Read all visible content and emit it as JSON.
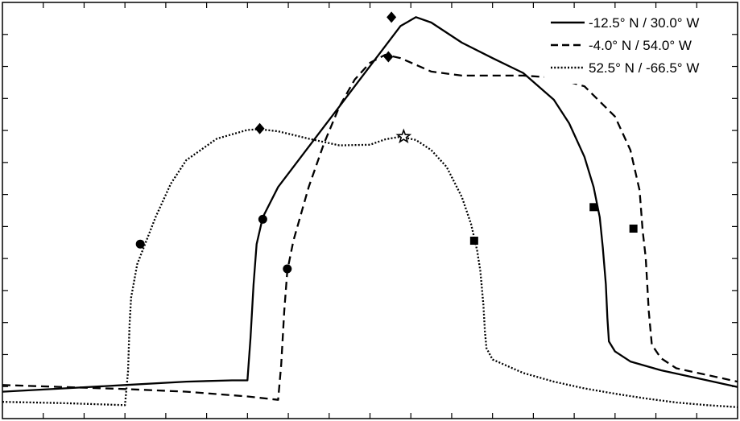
{
  "chart_data": {
    "type": "line",
    "title": "",
    "xlabel": "",
    "ylabel": "",
    "grid": false,
    "legend_position": "top-right",
    "series": [
      {
        "name": "-12.5° N / 30.0° W",
        "style": "solid",
        "color": "#000000",
        "points": [
          [
            0,
            58
          ],
          [
            2,
            57.5
          ],
          [
            4,
            57
          ],
          [
            6,
            56.5
          ],
          [
            7.5,
            56.3
          ],
          [
            8.0,
            56.3
          ],
          [
            8.1,
            50
          ],
          [
            8.2,
            42
          ],
          [
            8.3,
            36
          ],
          [
            8.5,
            32
          ],
          [
            9,
            27.5
          ],
          [
            9.5,
            24.5
          ],
          [
            10,
            21.5
          ],
          [
            10.5,
            18.5
          ],
          [
            11,
            15.5
          ],
          [
            11.5,
            12.5
          ],
          [
            12.5,
            6.5
          ],
          [
            13,
            3.5
          ],
          [
            13.5,
            2.2
          ],
          [
            14,
            3
          ],
          [
            15,
            6
          ],
          [
            16,
            8.3
          ],
          [
            17,
            10.5
          ],
          [
            18,
            14.5
          ],
          [
            18.5,
            18
          ],
          [
            19,
            23
          ],
          [
            19.3,
            27.5
          ],
          [
            19.5,
            32
          ],
          [
            19.6,
            36.5
          ],
          [
            19.7,
            42
          ],
          [
            19.75,
            47
          ],
          [
            19.8,
            50.5
          ],
          [
            20,
            52
          ],
          [
            20.5,
            53.5
          ],
          [
            21.5,
            54.8
          ],
          [
            22.5,
            55.8
          ],
          [
            23.5,
            56.8
          ],
          [
            24,
            57.3
          ]
        ],
        "markers": [
          {
            "symbol": "circle",
            "x": 8.5,
            "y": 32.3
          },
          {
            "symbol": "diamond",
            "x": 12.7,
            "y": 2.2
          },
          {
            "symbol": "square",
            "x": 19.3,
            "y": 30.5
          }
        ]
      },
      {
        "name": "-4.0° N / 54.0° W",
        "style": "dashed",
        "color": "#000000",
        "points": [
          [
            0,
            57
          ],
          [
            2,
            57.3
          ],
          [
            4,
            57.6
          ],
          [
            6,
            58
          ],
          [
            8,
            58.7
          ],
          [
            9,
            59.2
          ],
          [
            9.1,
            54
          ],
          [
            9.2,
            46
          ],
          [
            9.3,
            40
          ],
          [
            9.5,
            35.5
          ],
          [
            10,
            27.5
          ],
          [
            10.5,
            21
          ],
          [
            11,
            15.5
          ],
          [
            11.5,
            11.5
          ],
          [
            12,
            9
          ],
          [
            12.5,
            7.8
          ],
          [
            13,
            8.3
          ],
          [
            13.5,
            9.3
          ],
          [
            14,
            10.3
          ],
          [
            15,
            10.9
          ],
          [
            16,
            10.9
          ],
          [
            17,
            10.9
          ],
          [
            18,
            11.2
          ],
          [
            19,
            12.5
          ],
          [
            20,
            17
          ],
          [
            20.5,
            22
          ],
          [
            20.8,
            28
          ],
          [
            20.9,
            34
          ],
          [
            21,
            38
          ],
          [
            21.05,
            42
          ],
          [
            21.1,
            46
          ],
          [
            21.2,
            51
          ],
          [
            21.5,
            53
          ],
          [
            22,
            54.5
          ],
          [
            23,
            55.5
          ],
          [
            24,
            56.5
          ]
        ],
        "markers": [
          {
            "symbol": "circle",
            "x": 9.3,
            "y": 39.7
          },
          {
            "symbol": "diamond",
            "x": 12.6,
            "y": 8.1
          },
          {
            "symbol": "square",
            "x": 20.6,
            "y": 33.7
          }
        ]
      },
      {
        "name": "52.5° N / -66.5° W",
        "style": "dotted",
        "color": "#000000",
        "points": [
          [
            0,
            59.5
          ],
          [
            2,
            59.7
          ],
          [
            4,
            60
          ],
          [
            4.1,
            55
          ],
          [
            4.15,
            48
          ],
          [
            4.2,
            44
          ],
          [
            4.4,
            39
          ],
          [
            5,
            32
          ],
          [
            5.5,
            27
          ],
          [
            6,
            23.5
          ],
          [
            7,
            20.3
          ],
          [
            8,
            19
          ],
          [
            8.4,
            18.9
          ],
          [
            9,
            19.2
          ],
          [
            10,
            20.3
          ],
          [
            11,
            21.3
          ],
          [
            12,
            21.2
          ],
          [
            12.5,
            20.4
          ],
          [
            13,
            20
          ],
          [
            13.5,
            20.5
          ],
          [
            14,
            22
          ],
          [
            14.5,
            24.5
          ],
          [
            15,
            29
          ],
          [
            15.3,
            33
          ],
          [
            15.5,
            37
          ],
          [
            15.6,
            40
          ],
          [
            15.7,
            45
          ],
          [
            15.75,
            49
          ],
          [
            15.8,
            51.5
          ],
          [
            16,
            53.2
          ],
          [
            17,
            55.2
          ],
          [
            18,
            56.5
          ],
          [
            19,
            57.5
          ],
          [
            20,
            58.3
          ],
          [
            21,
            59
          ],
          [
            22,
            59.6
          ],
          [
            23,
            60
          ],
          [
            24,
            60.3
          ]
        ],
        "markers": [
          {
            "symbol": "circle",
            "x": 4.5,
            "y": 36
          },
          {
            "symbol": "diamond",
            "x": 8.4,
            "y": 18.8
          },
          {
            "symbol": "star",
            "x": 13.1,
            "y": 20
          },
          {
            "symbol": "square",
            "x": 15.4,
            "y": 35.5
          }
        ]
      }
    ]
  }
}
